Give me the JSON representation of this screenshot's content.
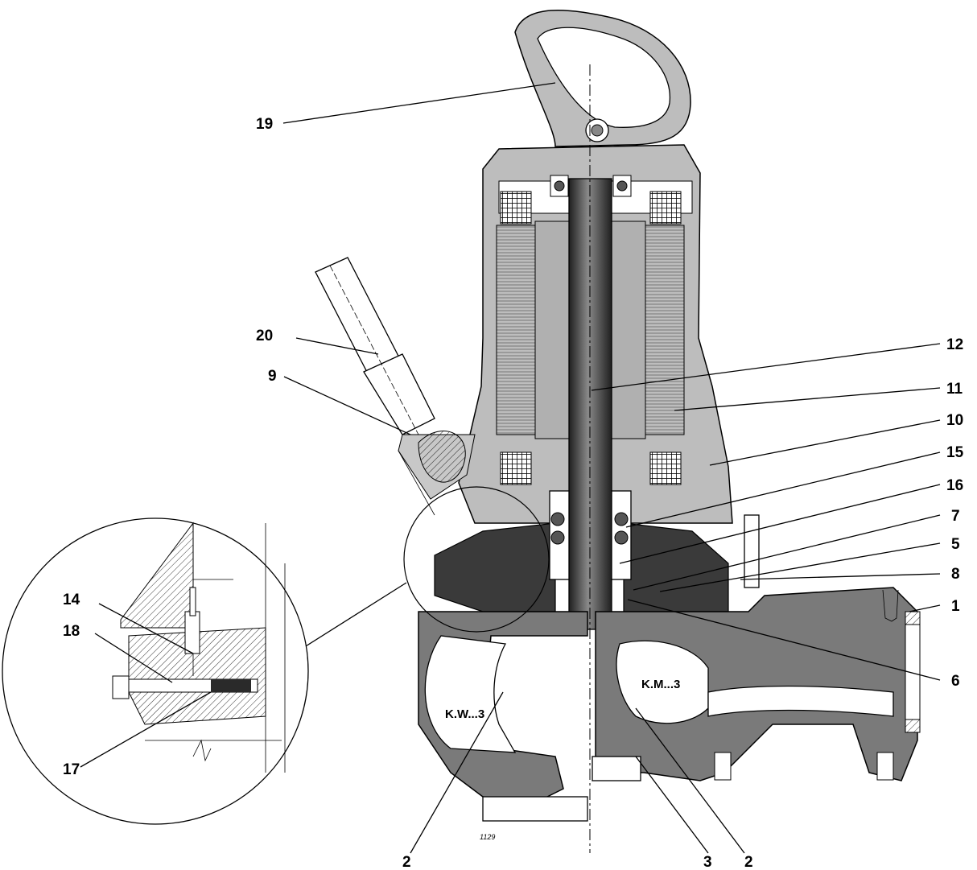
{
  "labels": {
    "l1": "1",
    "l2a": "2",
    "l2b": "2",
    "l3": "3",
    "l5": "5",
    "l6": "6",
    "l7": "7",
    "l8": "8",
    "l9": "9",
    "l10": "10",
    "l11": "11",
    "l12": "12",
    "l14": "14",
    "l15": "15",
    "l16": "16",
    "l17": "17",
    "l18": "18",
    "l19": "19",
    "l20": "20"
  },
  "variants": {
    "left": "K.W...3",
    "right": "K.M...3"
  },
  "drawing_ref": "1129"
}
